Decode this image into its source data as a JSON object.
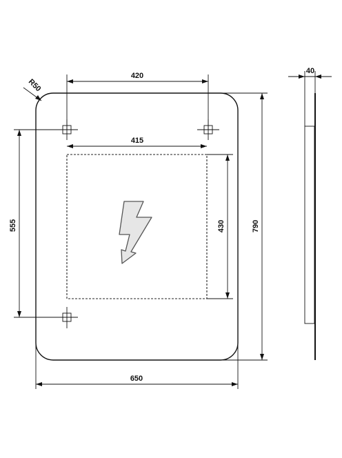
{
  "dimensions": {
    "radius_label": "R50",
    "mount_spacing": "420",
    "heater_width": "415",
    "height_mounts": "555",
    "heater_height": "430",
    "total_height": "790",
    "total_width": "650",
    "depth": "40"
  },
  "icons": {
    "heater": "lightning-bolt-icon"
  },
  "colors": {
    "line": "#111111",
    "bolt_fill": "#e6e6e6",
    "bolt_stroke": "#555555"
  }
}
